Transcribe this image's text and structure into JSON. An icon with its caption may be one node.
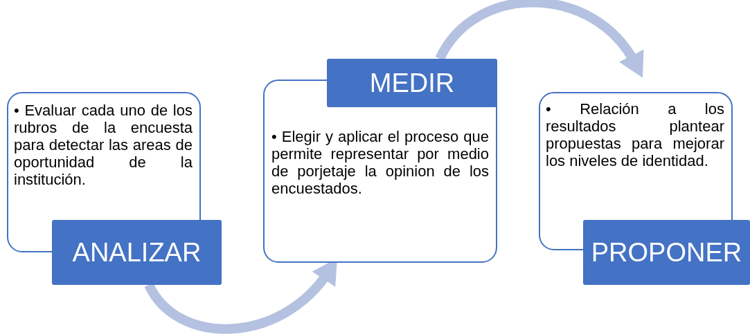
{
  "diagram": {
    "nodes": [
      {
        "text": [
          "• Evaluar cada uno de los rubros de la encuesta para detectar las areas de oportunidad de la institución.",
          "ANALIZAR"
        ]
      },
      {
        "text": [
          "MEDIR",
          "• Elegir y aplicar el proceso que permite representar por medio de porjetaje la opinion de los encuestados."
        ]
      },
      {
        "text": [
          "• Relación a los resultados plantear propuestas para mejorar los niveles de identidad.",
          "PROPONER"
        ]
      }
    ],
    "edges": [
      {
        "from": 0,
        "to": 1,
        "arrow": "to"
      },
      {
        "from": 1,
        "to": 2,
        "arrow": "to"
      }
    ]
  }
}
